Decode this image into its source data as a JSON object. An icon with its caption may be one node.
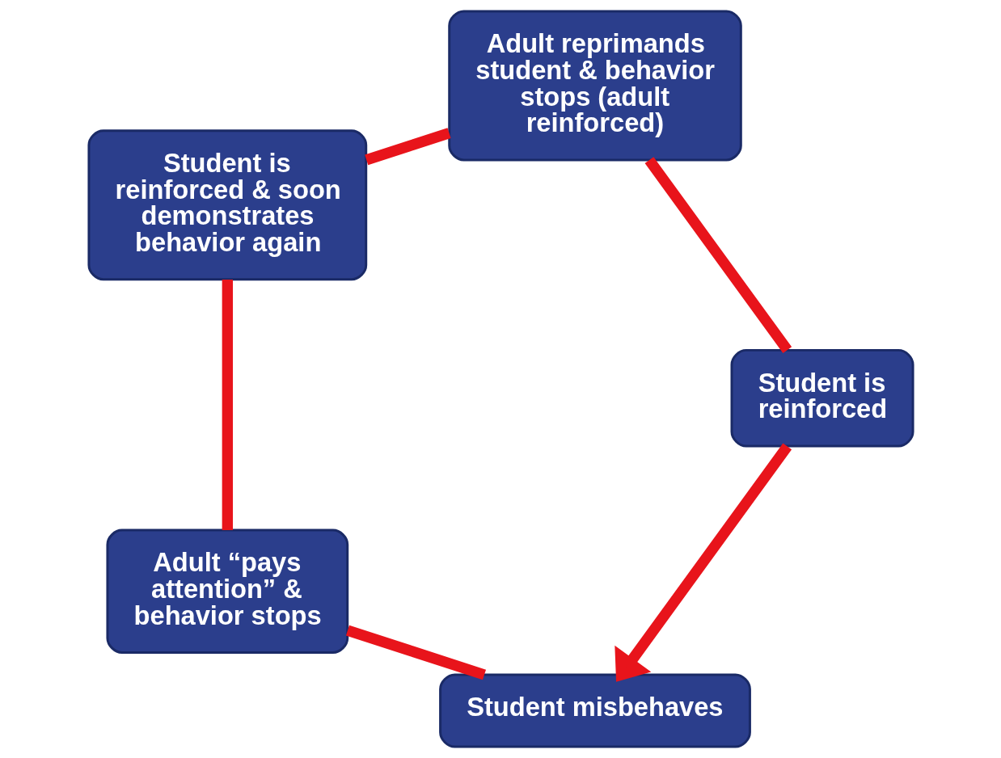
{
  "diagram": {
    "nodes": [
      {
        "text": [
          "Student misbehaves"
        ]
      },
      {
        "text": [
          "Adult “pays attention” & behavior stops"
        ]
      },
      {
        "text": [
          "Student is reinforced & soon demonstrates behavior again"
        ]
      },
      {
        "text": [
          "Adult reprimands student & behavior stops (adult reinforced)"
        ]
      },
      {
        "text": [
          "Student is reinforced"
        ]
      }
    ],
    "edges": [
      {
        "from": 0,
        "to": 1,
        "arrow": "none"
      },
      {
        "from": 1,
        "to": 2,
        "arrow": "none"
      },
      {
        "from": 2,
        "to": 3,
        "arrow": "none"
      },
      {
        "from": 3,
        "to": 4,
        "arrow": "none"
      },
      {
        "from": 4,
        "to": 0,
        "arrow": "to"
      }
    ]
  }
}
